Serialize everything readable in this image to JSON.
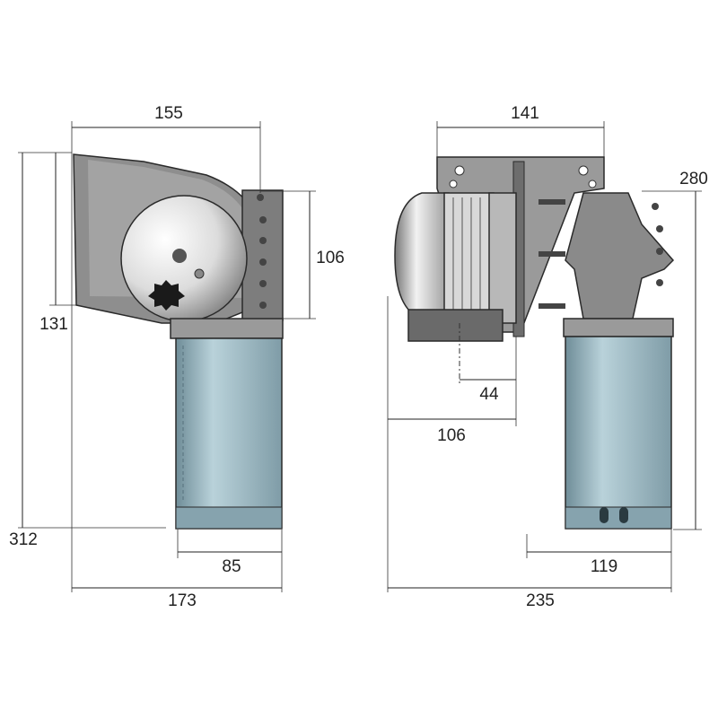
{
  "title": "Winch dimension drawing",
  "colors": {
    "motor": "#9fbcc6",
    "metal": "#8c8c8c",
    "drum": "#e8e8e8",
    "line": "#222222"
  },
  "side_view": {
    "dimensions": {
      "top_width": "155",
      "gearbox_height": "106",
      "bracket_height": "131",
      "total_height": "312",
      "motor_width": "85",
      "total_width": "173"
    }
  },
  "front_view": {
    "dimensions": {
      "plate_width": "141",
      "height": "280",
      "offset_small": "44",
      "offset_large": "106",
      "motor_width": "119",
      "total_width": "235"
    }
  }
}
